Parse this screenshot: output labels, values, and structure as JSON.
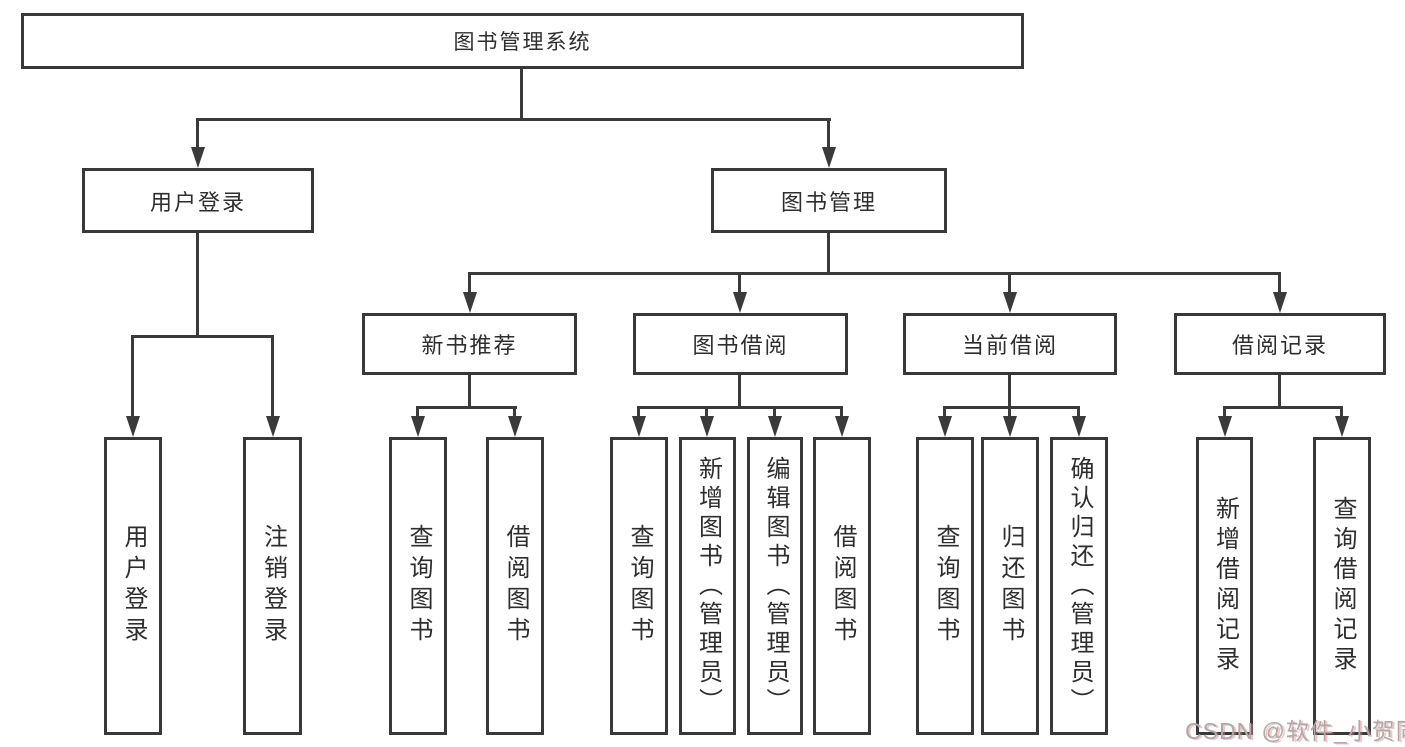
{
  "colors": {
    "background": "#ffffff",
    "box_border": "#383838",
    "line": "#3a3a3a",
    "text": "#2e2e2e",
    "watermark": "#ababab"
  },
  "diagram": {
    "root": {
      "label": "图书管理系统"
    },
    "level2": [
      {
        "label": "用户登录"
      },
      {
        "label": "图书管理"
      }
    ],
    "level3": [
      {
        "label": "新书推荐",
        "parent": "图书管理"
      },
      {
        "label": "图书借阅",
        "parent": "图书管理"
      },
      {
        "label": "当前借阅",
        "parent": "图书管理"
      },
      {
        "label": "借阅记录",
        "parent": "图书管理"
      }
    ],
    "leaves": [
      {
        "label": "用户登录",
        "parent": "用户登录"
      },
      {
        "label": "注销登录",
        "parent": "用户登录"
      },
      {
        "label": "查询图书",
        "parent": "新书推荐"
      },
      {
        "label": "借阅图书",
        "parent": "新书推荐"
      },
      {
        "label": "查询图书",
        "parent": "图书借阅"
      },
      {
        "label": "新增图书（管理员）",
        "parent": "图书借阅"
      },
      {
        "label": "编辑图书（管理员）",
        "parent": "图书借阅"
      },
      {
        "label": "借阅图书",
        "parent": "图书借阅"
      },
      {
        "label": "查询图书",
        "parent": "当前借阅"
      },
      {
        "label": "归还图书",
        "parent": "当前借阅"
      },
      {
        "label": "确认归还（管理员）",
        "parent": "当前借阅"
      },
      {
        "label": "新增借阅记录",
        "parent": "借阅记录"
      },
      {
        "label": "查询借阅记录",
        "parent": "借阅记录"
      }
    ]
  },
  "watermark": {
    "text": "CSDN @软件_小贺同学"
  }
}
